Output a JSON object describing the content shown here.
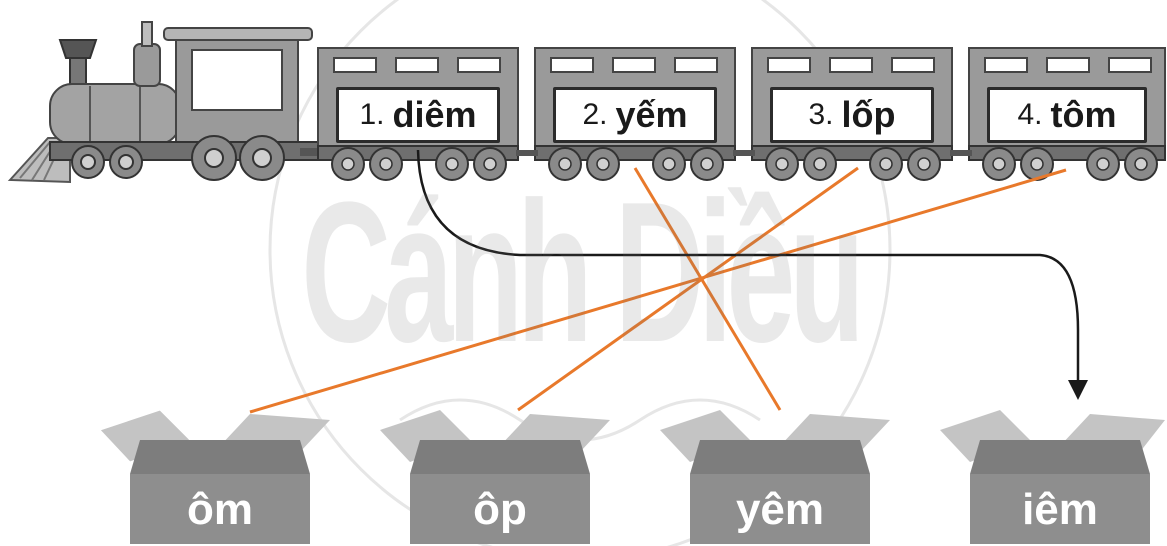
{
  "watermark": "Cánh Diều",
  "wagons": [
    {
      "num": "1.",
      "word": "diêm"
    },
    {
      "num": "2.",
      "word": "yếm"
    },
    {
      "num": "3.",
      "word": "lốp"
    },
    {
      "num": "4.",
      "word": "tôm"
    }
  ],
  "boxes": [
    {
      "label": "ôm"
    },
    {
      "label": "ôp"
    },
    {
      "label": "yêm"
    },
    {
      "label": "iêm"
    }
  ],
  "colors": {
    "train_gray": "#9a9a9a",
    "train_dark": "#6f6f6f",
    "box_gray": "#8e8e8e",
    "connector_orange": "#e8792b",
    "arrow_black": "#1a1a1a"
  },
  "icons": [
    "locomotive-icon",
    "wagon-icon",
    "cardboard-box-icon",
    "wheel-icon"
  ]
}
